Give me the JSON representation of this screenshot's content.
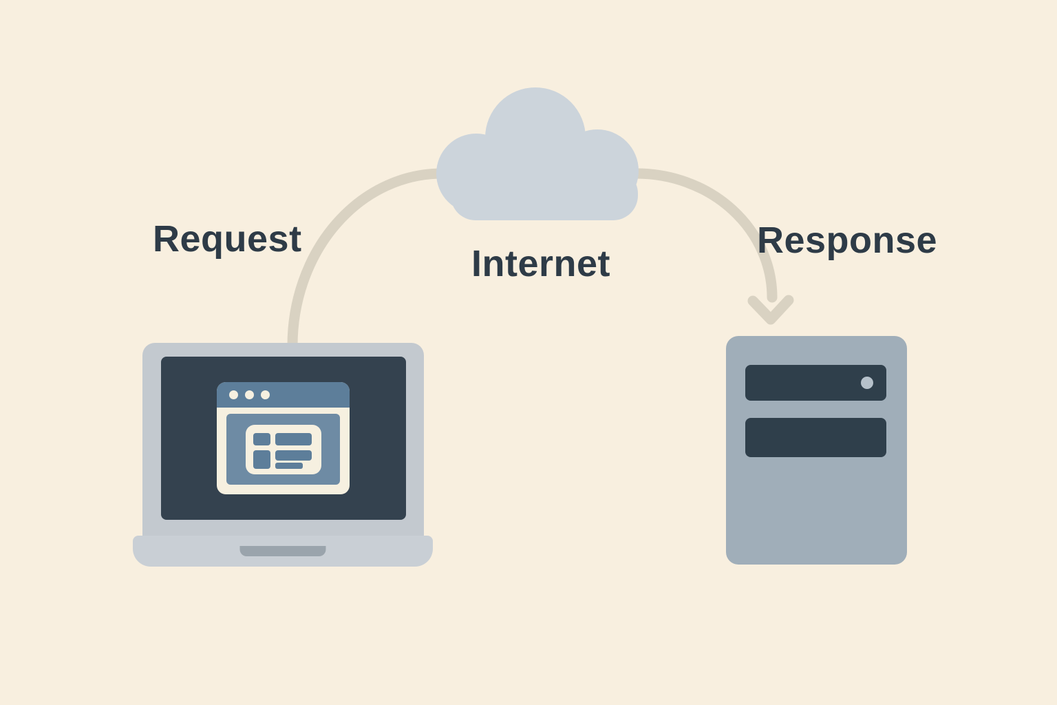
{
  "diagram": {
    "labels": {
      "request": "Request",
      "internet": "Internet",
      "response": "Response"
    },
    "nodes": [
      {
        "id": "client",
        "icon": "laptop-icon",
        "description_icon": "browser-window-icon"
      },
      {
        "id": "internet",
        "icon": "cloud-icon",
        "label": "Internet"
      },
      {
        "id": "server",
        "icon": "server-icon"
      }
    ],
    "edges": [
      {
        "from": "client",
        "to": "internet",
        "label": "Request",
        "arrowhead": false
      },
      {
        "from": "internet",
        "to": "server",
        "label": "Response",
        "arrowhead": true
      }
    ]
  },
  "colors": {
    "background": "#f8efdf",
    "cloud": "#ccd4db",
    "arrow": "#d9d2c2",
    "label_text": "#2e3b47",
    "laptop_body": "#c3c9cf",
    "laptop_base": "#c9cfd5",
    "notch": "#9aa4ac",
    "screen": "#34424f",
    "browser_titlebar": "#5d7e9a",
    "browser_chrome": "#f6f0e0",
    "browser_panel": "#6e8ba4",
    "server_body": "#a0aeb9",
    "server_bay": "#2f3f4b",
    "server_led": "#b6c1ca"
  }
}
